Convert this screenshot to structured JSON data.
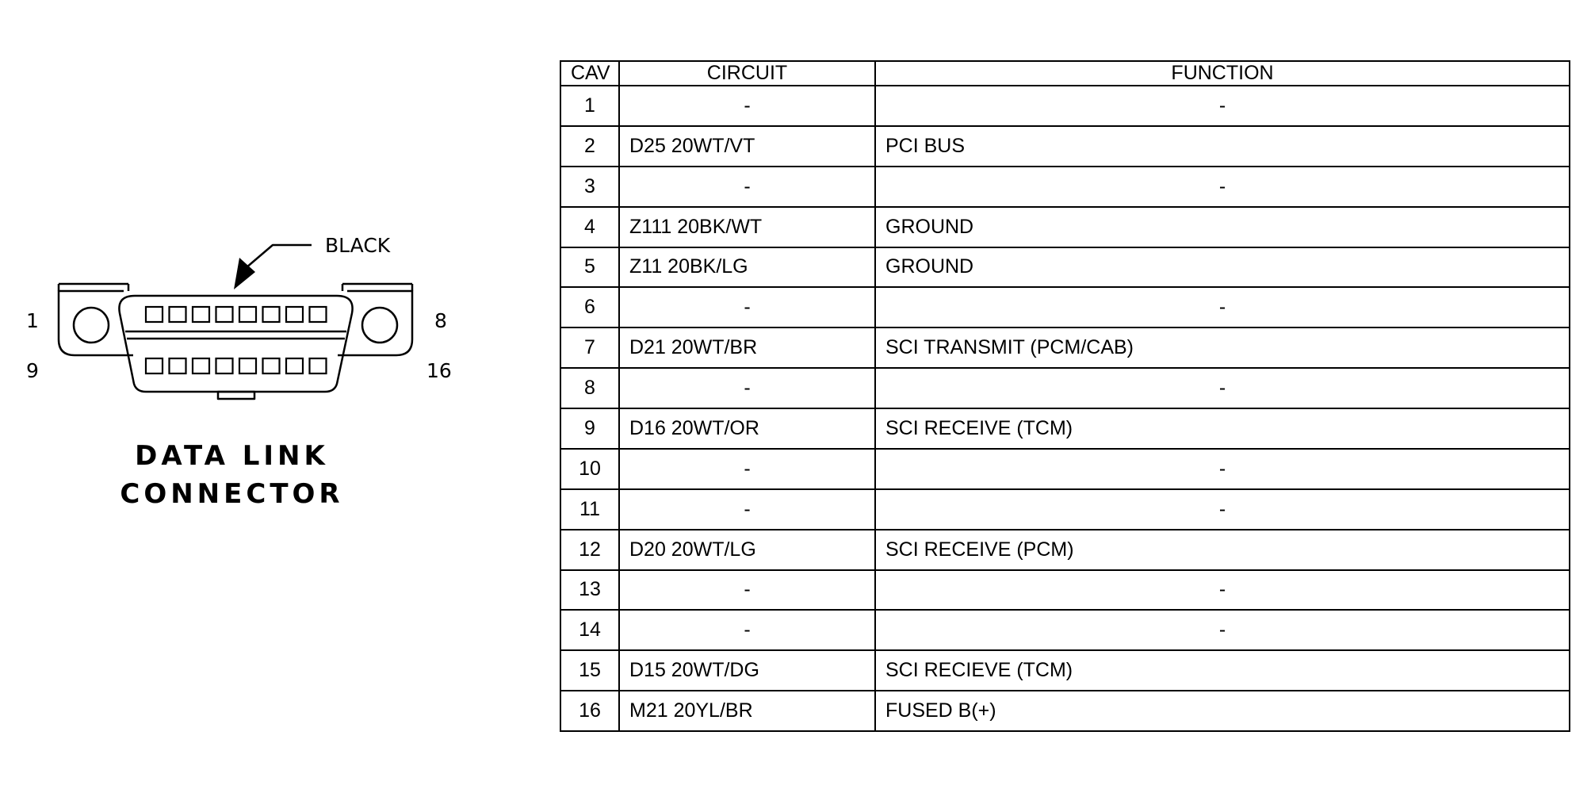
{
  "diagram": {
    "pointer_label": "BLACK",
    "pin_labels": {
      "top_left": "1",
      "top_right": "8",
      "bottom_left": "9",
      "bottom_right": "16"
    },
    "pins_per_row": 8,
    "title_line_1": "DATA LINK",
    "title_line_2": "CONNECTOR"
  },
  "table": {
    "headers": {
      "cav": "CAV",
      "circuit": "CIRCUIT",
      "function": "FUNCTION"
    },
    "rows": [
      {
        "cav": "1",
        "circuit": "-",
        "function": "-"
      },
      {
        "cav": "2",
        "circuit": "D25 20WT/VT",
        "function": "PCI BUS"
      },
      {
        "cav": "3",
        "circuit": "-",
        "function": "-"
      },
      {
        "cav": "4",
        "circuit": "Z111 20BK/WT",
        "function": "GROUND"
      },
      {
        "cav": "5",
        "circuit": "Z11 20BK/LG",
        "function": "GROUND"
      },
      {
        "cav": "6",
        "circuit": "-",
        "function": "-"
      },
      {
        "cav": "7",
        "circuit": "D21 20WT/BR",
        "function": "SCI TRANSMIT (PCM/CAB)"
      },
      {
        "cav": "8",
        "circuit": "-",
        "function": "-"
      },
      {
        "cav": "9",
        "circuit": "D16 20WT/OR",
        "function": "SCI RECEIVE (TCM)"
      },
      {
        "cav": "10",
        "circuit": "-",
        "function": "-"
      },
      {
        "cav": "11",
        "circuit": "-",
        "function": "-"
      },
      {
        "cav": "12",
        "circuit": "D20 20WT/LG",
        "function": "SCI RECEIVE (PCM)"
      },
      {
        "cav": "13",
        "circuit": "-",
        "function": "-"
      },
      {
        "cav": "14",
        "circuit": "-",
        "function": "-"
      },
      {
        "cav": "15",
        "circuit": "D15 20WT/DG",
        "function": "SCI RECIEVE (TCM)"
      },
      {
        "cav": "16",
        "circuit": "M21 20YL/BR",
        "function": "FUSED B(+)"
      }
    ]
  }
}
